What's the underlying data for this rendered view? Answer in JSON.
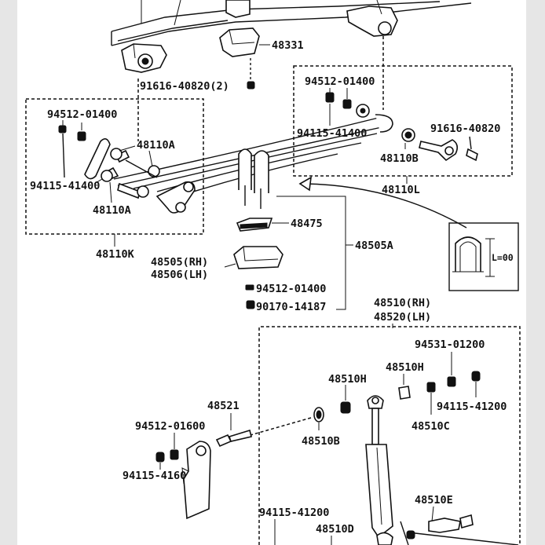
{
  "labels": {
    "p48331": "48331",
    "p91616_40820_2": "91616-40820(2)",
    "p94512_01400_top": "94512-01400",
    "p91616_40820": "91616-40820",
    "p94115_41400_r": "94115-41400",
    "p48110B": "48110B",
    "p48110L": "48110L",
    "p94512_01400_l": "94512-01400",
    "p48110A_top": "48110A",
    "p94115_41400_l": "94115-41400",
    "p48110A_bot": "48110A",
    "p48110K": "48110K",
    "p48475": "48475",
    "p48505A": "48505A",
    "p48505_rh": "48505(RH)",
    "p48506_lh": "48506(LH)",
    "p94512_01400_c": "94512-01400",
    "p90170_14187": "90170-14187",
    "p48510_rh": "48510(RH)",
    "p48520_lh": "48520(LH)",
    "p94531_01200": "94531-01200",
    "p48510H_a": "48510H",
    "p48510H_b": "48510H",
    "p94115_41200_r": "94115-41200",
    "p48521": "48521",
    "p48510C": "48510C",
    "p94512_01600": "94512-01600",
    "p48510B_lower": "48510B",
    "p94115_41600": "94115-41600",
    "p48510E": "48510E",
    "p94115_41200_b": "94115-41200",
    "p48510D": "48510D",
    "inset_L": "L=00"
  }
}
